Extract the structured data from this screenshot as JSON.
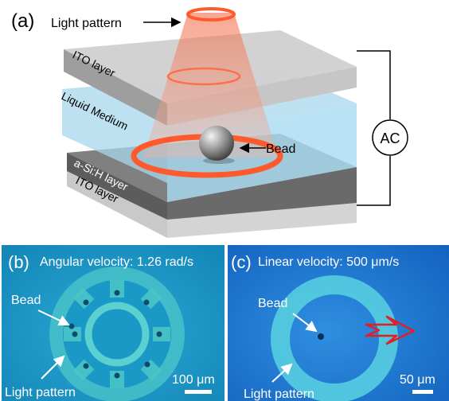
{
  "panel_a": {
    "label": "(a)",
    "light_pattern_label": "Light pattern",
    "ito_top_label": "ITO layer",
    "liquid_label": "Liquid Medium",
    "bead_label": "Bead",
    "asih_label": "a-Si:H layer",
    "ito_bottom_label": "ITO layer",
    "ac_label": "AC"
  },
  "panel_b": {
    "label": "(b)",
    "caption": "Angular velocity: 1.26 rad/s",
    "bead_label": "Bead",
    "light_pattern_label": "Light pattern",
    "scale_label": "100 μm"
  },
  "panel_c": {
    "label": "(c)",
    "caption": "Linear velocity: 500 μm/s",
    "bead_label": "Bead",
    "light_pattern_label": "Light pattern",
    "scale_label": "50 μm"
  },
  "colors": {
    "light": "#ff5a2e",
    "cone": "#f7b09a",
    "ito": "#d8d8d8",
    "liquid": "#a7dcf2",
    "asih": "#6e6e6e",
    "micrograph_bg": "#1a9fd0",
    "arrow": "#e02020"
  }
}
